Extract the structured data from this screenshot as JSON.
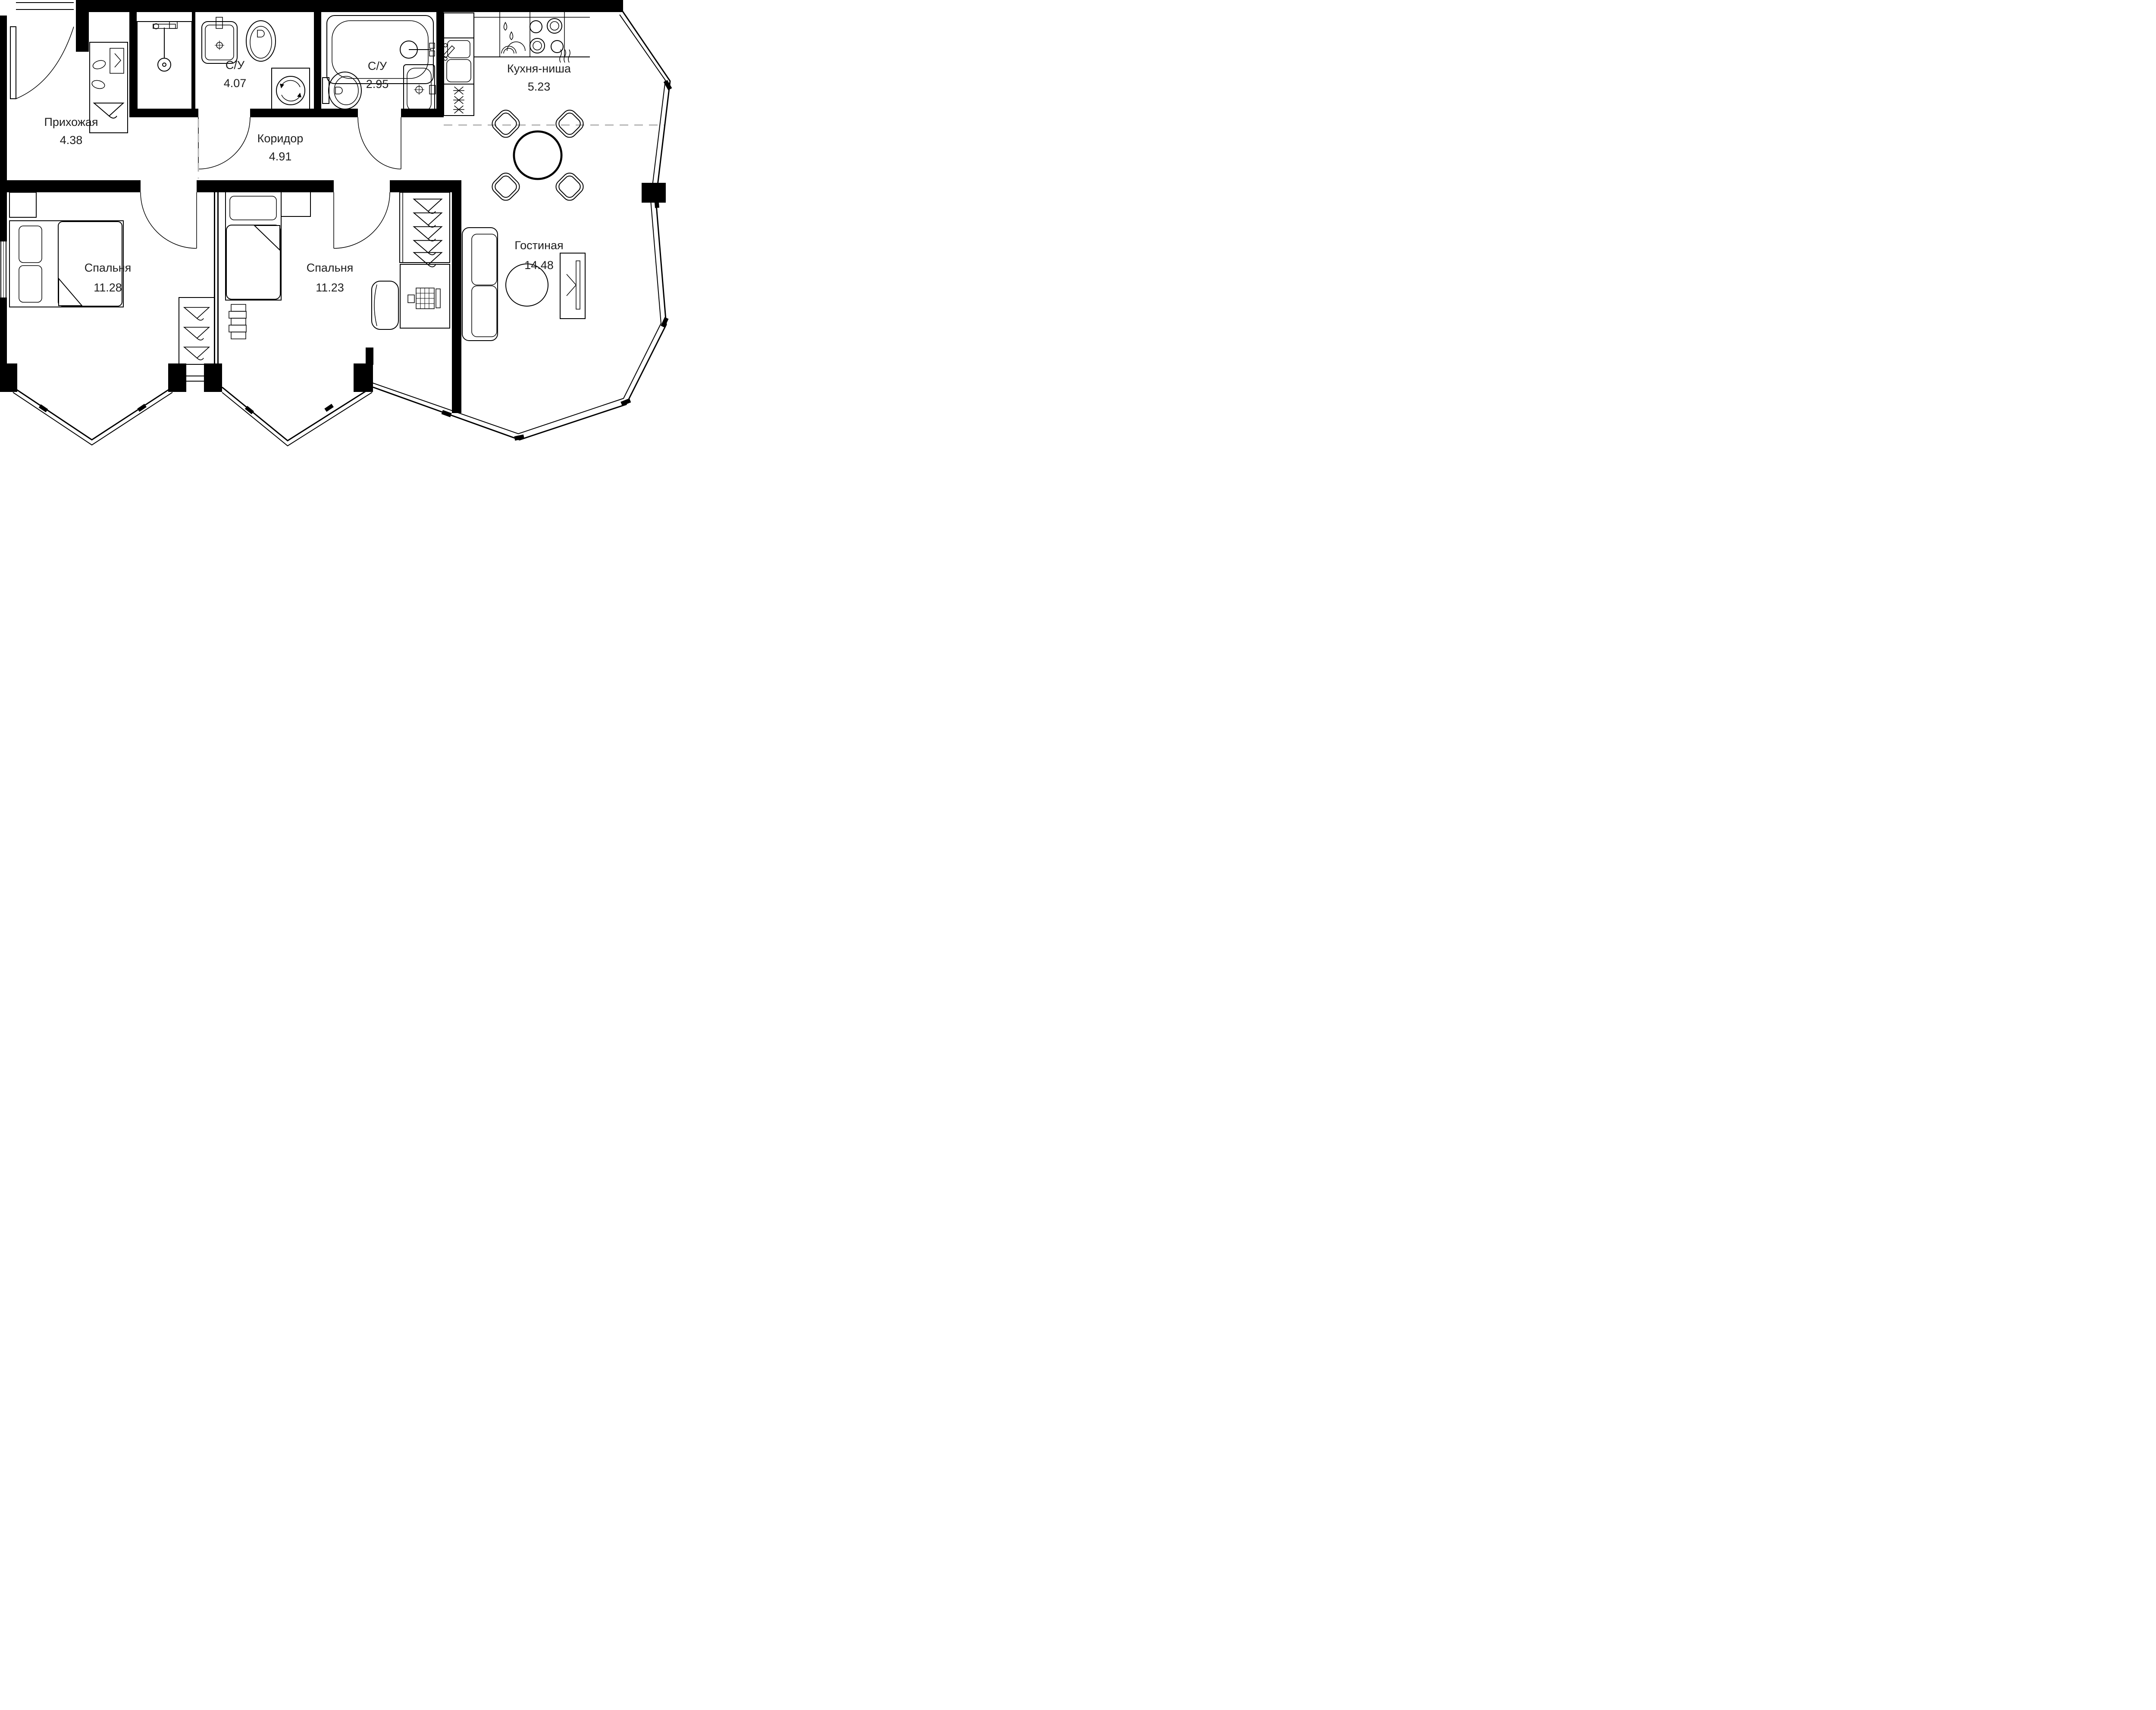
{
  "plan": {
    "kind": "apartment-floor-plan",
    "language": "ru"
  },
  "rooms": {
    "hallway": {
      "name": "Прихожая",
      "area": "4.38"
    },
    "bathroom_1": {
      "name": "С/У",
      "area": "4.07"
    },
    "corridor": {
      "name": "Коридор",
      "area": "4.91"
    },
    "bathroom_2": {
      "name": "С/У",
      "area": "2.95"
    },
    "kitchen": {
      "name": "Кухня-ниша",
      "area": "5.23"
    },
    "bedroom_1": {
      "name": "Спальня",
      "area": "11.28"
    },
    "bedroom_2": {
      "name": "Спальня",
      "area": "11.23"
    },
    "living_room": {
      "name": "Гостиная",
      "area": "14.48"
    }
  },
  "colors": {
    "walls": "#000000",
    "text": "#1d1d1d",
    "zone_dash": "#b5b5b5",
    "background": "#ffffff"
  },
  "furniture": {
    "hallway": [
      "wardrobe",
      "shoes",
      "hanger"
    ],
    "bathroom_1": [
      "shower",
      "washbasin",
      "toilet",
      "washing-machine"
    ],
    "bathroom_2": [
      "bathtub",
      "toilet",
      "washbasin"
    ],
    "kitchen": [
      "upper-cabinet",
      "double-sink",
      "ventilation-shaft",
      "dish-drying-rack",
      "stove-4-burners",
      "dining-table",
      "four-chairs"
    ],
    "bedroom_1": [
      "double-bed",
      "pillows",
      "nightstand",
      "wardrobe-with-hangers"
    ],
    "bedroom_2": [
      "single-bed",
      "pillow",
      "nightstand",
      "chest-of-drawers",
      "desk",
      "laptop",
      "chair",
      "wardrobe-with-hangers"
    ],
    "living_room": [
      "sofa",
      "round-rug",
      "tv-stand",
      "tv"
    ]
  }
}
